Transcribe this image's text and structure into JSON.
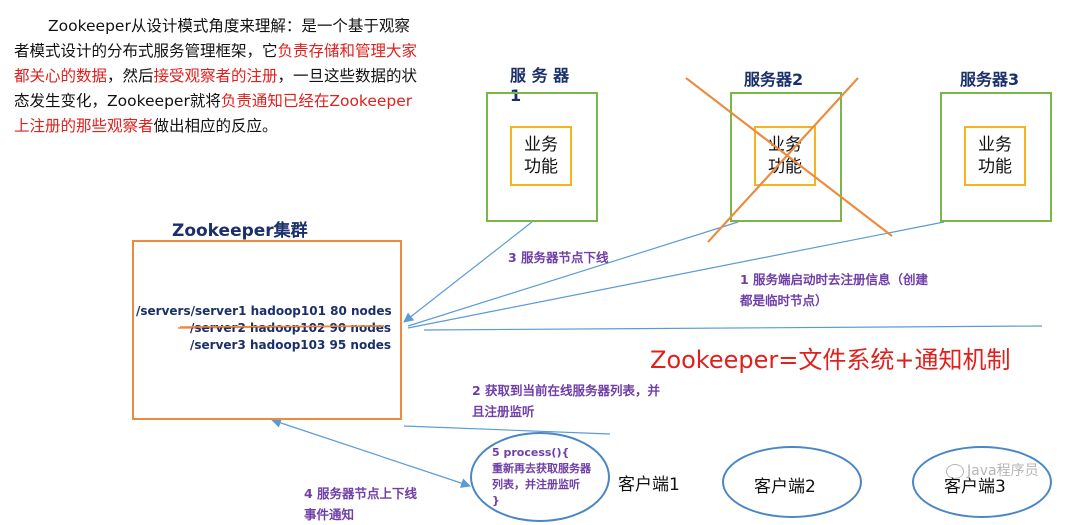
{
  "intro": {
    "segments": [
      {
        "text": "Zookeeper从设计模式角度来理解：是一个基于观察者模式设计的分布式服务管理框架，它",
        "red": false
      },
      {
        "text": "负责存储和管理大家都关心的数据",
        "red": true
      },
      {
        "text": "，然后",
        "red": false
      },
      {
        "text": "接受观察者的注册",
        "red": true
      },
      {
        "text": "，一旦这些数据的状态发生变化，Zookeeper就将",
        "red": false
      },
      {
        "text": "负责通知已经在Zookeeper上注册的那些观察者",
        "red": true
      },
      {
        "text": "做出相应的反应。",
        "red": false
      }
    ]
  },
  "servers": [
    {
      "title": "服 务 器\n1",
      "func": "业务\n功能",
      "crossed": false
    },
    {
      "title": "服务器2",
      "func": "业务\n功能",
      "crossed": true
    },
    {
      "title": "服务器3",
      "func": "业务\n功能",
      "crossed": false
    }
  ],
  "cluster": {
    "title": "Zookeeper集群",
    "rows": [
      "/servers/server1  hadoop101  80 nodes",
      "/server2 hadoop102  90 nodes",
      "/server3 hadoop103  95 nodes"
    ]
  },
  "labels": {
    "step3": "3 服务器节点下线",
    "step1": "1  服务端启动时去注册信息（创建都是临时节点）",
    "formula": "Zookeeper=文件系统+通知机制",
    "step2": "2  获取到当前在线服务器列表，并且注册监听",
    "step4": "4  服务器节点上下线事件通知"
  },
  "clients": [
    {
      "label": "5 process(){\n重新再去获取服务器\n列表，并注册监听\n}",
      "name": "客户端1"
    },
    {
      "label": "",
      "name": "客户端2"
    },
    {
      "label": "",
      "name": "客户端3"
    }
  ],
  "colors": {
    "green": "#7ab648",
    "orange_inner": "#f5b41e",
    "orange_cross": "#ee8a3c",
    "cluster_border": "#ee8a3c",
    "arrow_blue": "#5b9bd5",
    "purple": "#6f3fa7",
    "red": "#e0201c",
    "navy": "#1a2f6b"
  },
  "watermark": "Java程序员"
}
